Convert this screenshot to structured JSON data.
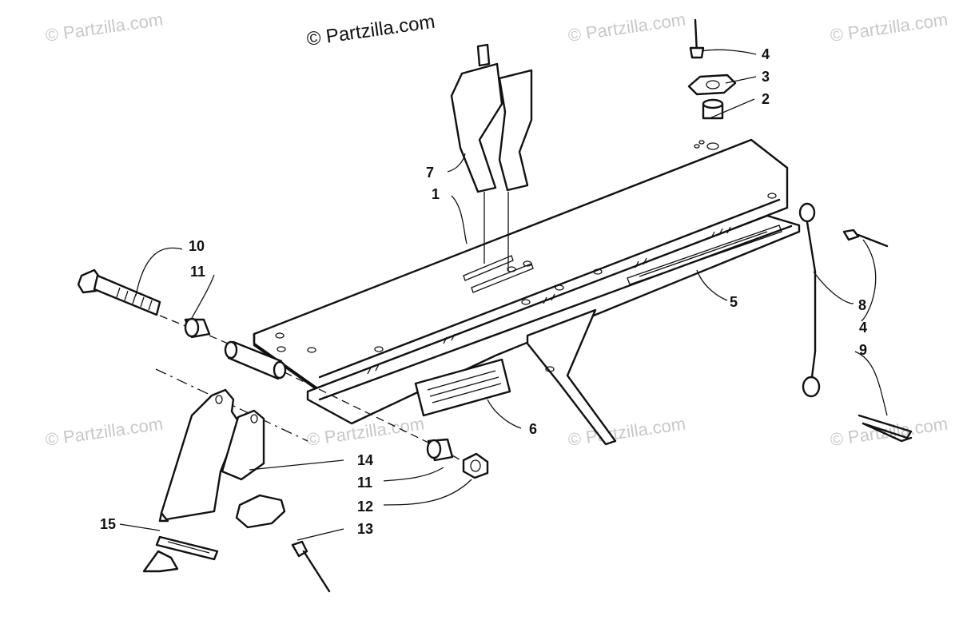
{
  "watermark": {
    "main": "© Partzilla.com",
    "faint": "© Partzilla.com"
  },
  "callouts": {
    "c1": "1",
    "c2": "2",
    "c3": "3",
    "c4a": "4",
    "c4b": "4",
    "c5": "5",
    "c6": "6",
    "c7": "7",
    "c8": "8",
    "c9": "9",
    "c10": "10",
    "c11a": "11",
    "c11b": "11",
    "c12": "12",
    "c13": "13",
    "c14": "14",
    "c15": "15"
  }
}
